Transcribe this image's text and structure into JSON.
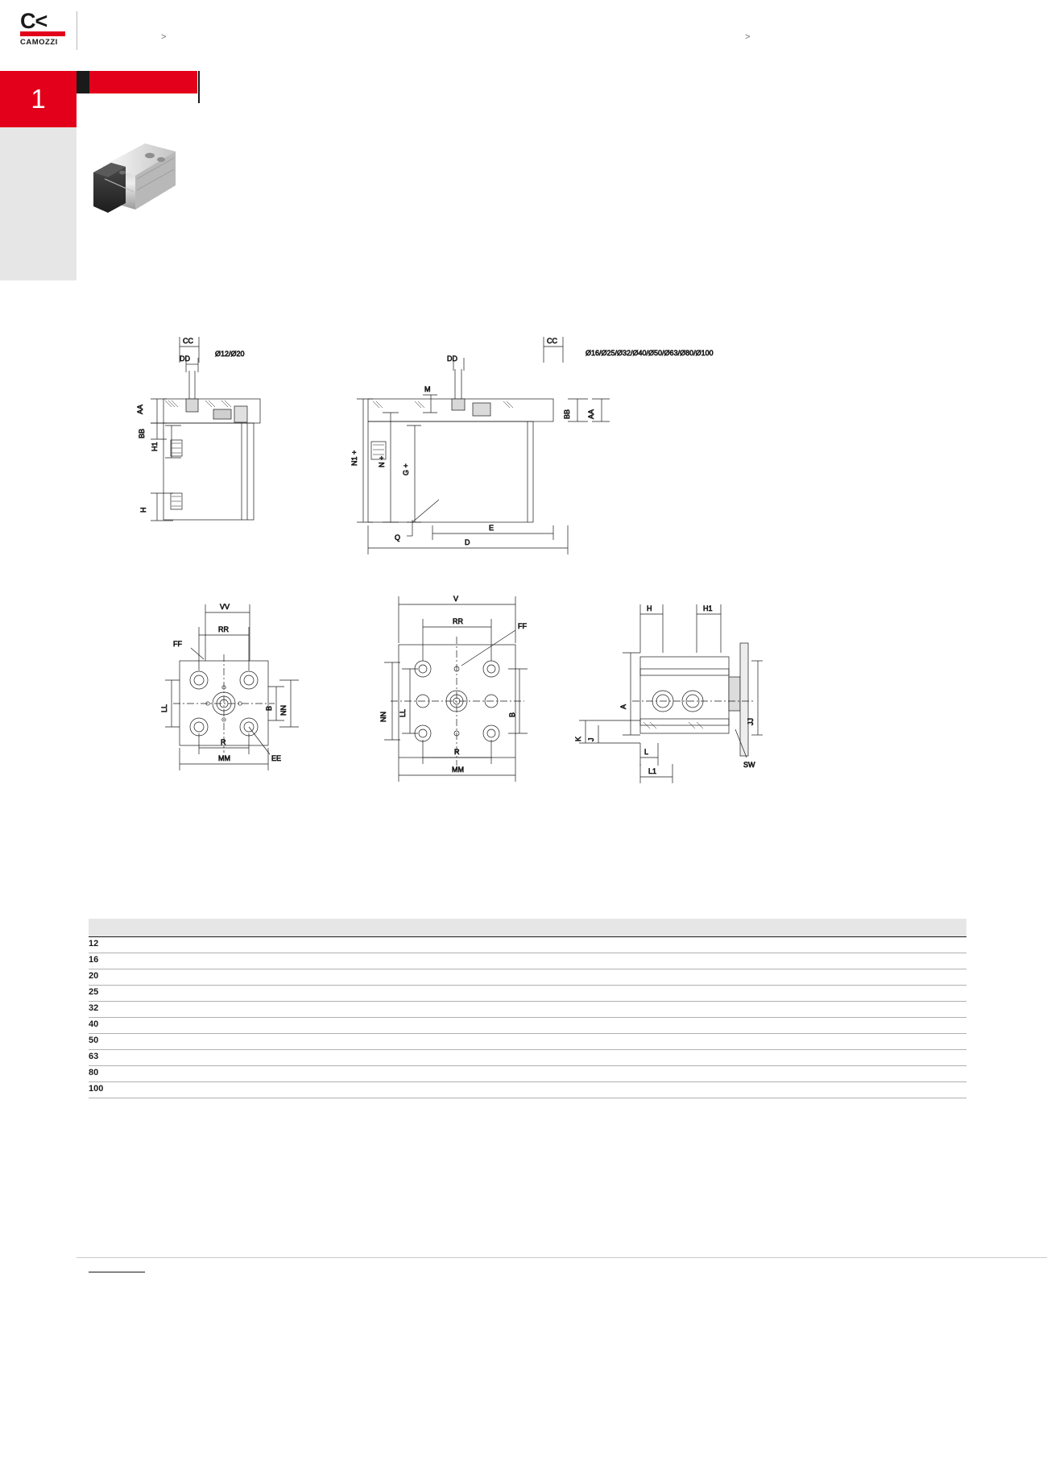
{
  "brand": {
    "mark": "C",
    "name": "CAMOZZI",
    "accent": "#e2001a"
  },
  "header": {
    "left_breadcrumb": ">",
    "right_breadcrumb": ">",
    "chapter_number": "1"
  },
  "title": {
    "main": "",
    "sub": ""
  },
  "drawing": {
    "label_small_bore": "Ø12/Ø20",
    "label_large_bore": "Ø16/Ø25/Ø32/Ø40/Ø50/Ø63/Ø80/Ø100",
    "dimension_labels": [
      "CC",
      "DD",
      "AA",
      "BB",
      "H1",
      "H",
      "M",
      "N1 +",
      "N +",
      "G +",
      "Q",
      "E",
      "D",
      "VV",
      "RR",
      "FF",
      "LL",
      "B",
      "NN",
      "R",
      "MM",
      "EE",
      "V",
      "A",
      "K",
      "J",
      "L",
      "L1",
      "JJ",
      "SW",
      "H1"
    ]
  },
  "table": {
    "headers": [
      "",
      "",
      "",
      "",
      "",
      "",
      "",
      "",
      "",
      "",
      "",
      "",
      "",
      "",
      "",
      "",
      ""
    ],
    "bore_column_label": "",
    "rows": [
      {
        "bore": "12",
        "values": []
      },
      {
        "bore": "16",
        "values": []
      },
      {
        "bore": "20",
        "values": []
      },
      {
        "bore": "25",
        "values": []
      },
      {
        "bore": "32",
        "values": []
      },
      {
        "bore": "40",
        "values": []
      },
      {
        "bore": "50",
        "values": []
      },
      {
        "bore": "63",
        "values": []
      },
      {
        "bore": "80",
        "values": []
      },
      {
        "bore": "100",
        "values": []
      }
    ]
  },
  "footer": {
    "left": "",
    "right": ""
  }
}
